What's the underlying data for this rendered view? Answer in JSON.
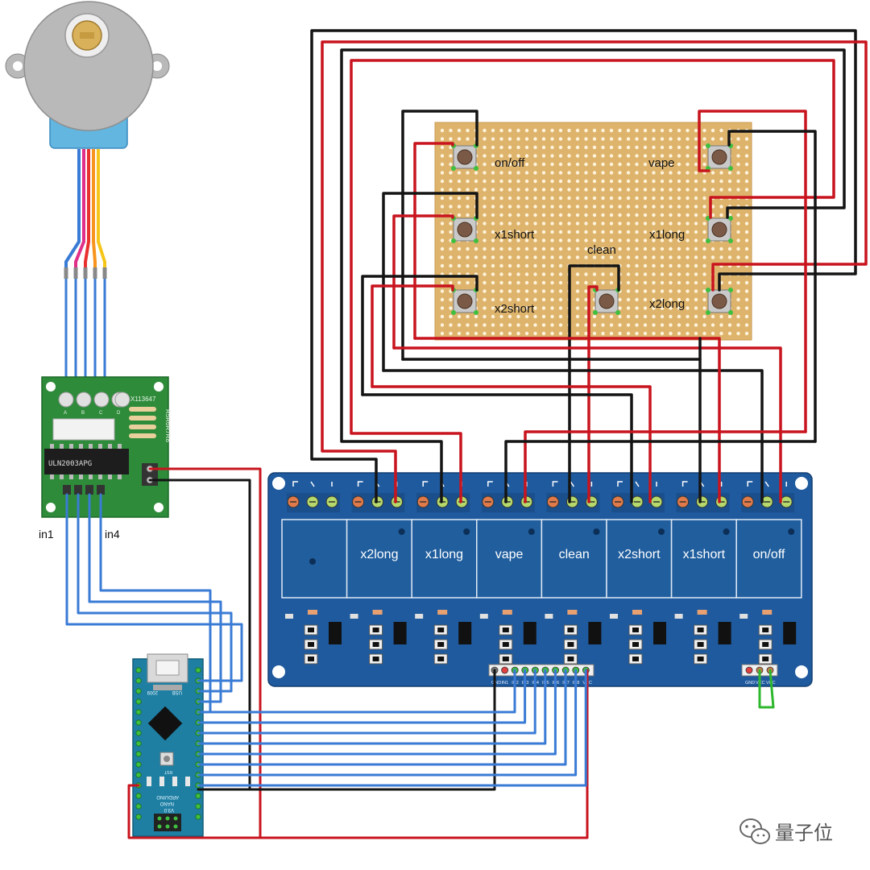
{
  "colors": {
    "wire_red": "#c8141e",
    "wire_black": "#141414",
    "wire_blue": "#3a7bd5",
    "wire_green": "#2eb82e",
    "perfboard": "#deb46c",
    "relay_board": "#1f5a9e",
    "relay_module": "#205e9e",
    "uln_board": "#2e8b3a",
    "nano_board": "#1e7fa3",
    "motor_body": "#b9b9b9",
    "motor_cap": "#62b6e0"
  },
  "motor_wire_colors": [
    "#3a7bd5",
    "#e0308a",
    "#e8302e",
    "#f7941d",
    "#f5c518"
  ],
  "buttons": [
    {
      "label": "on/off"
    },
    {
      "label": "vape"
    },
    {
      "label": "x1short"
    },
    {
      "label": "x1long"
    },
    {
      "label": "clean"
    },
    {
      "label": "x2short"
    },
    {
      "label": "x2long"
    }
  ],
  "relay_labels": [
    "",
    "x2long",
    "x1long",
    "vape",
    "clean",
    "x2short",
    "x1short",
    "on/off"
  ],
  "relay_header_pins": [
    "GND",
    "IN1",
    "IN2",
    "IN3",
    "IN4",
    "IN5",
    "IN6",
    "IN7",
    "IN8",
    "VCC"
  ],
  "relay_power_pins": [
    "GND",
    "VCC",
    "VCC"
  ],
  "uln": {
    "chip_label": "ULN2003APG",
    "side_text": "X113647",
    "resistor_text": "R5R6R7R8",
    "led_letters": [
      "A",
      "B",
      "C",
      "D"
    ],
    "in1_label": "in1",
    "in4_label": "in4"
  },
  "nano": {
    "usb_label": "USB",
    "year": "2009",
    "name_lines": [
      "ARDUINO",
      "NANO",
      "V3.0"
    ],
    "rst_label": "RST"
  },
  "watermark": "量子位"
}
